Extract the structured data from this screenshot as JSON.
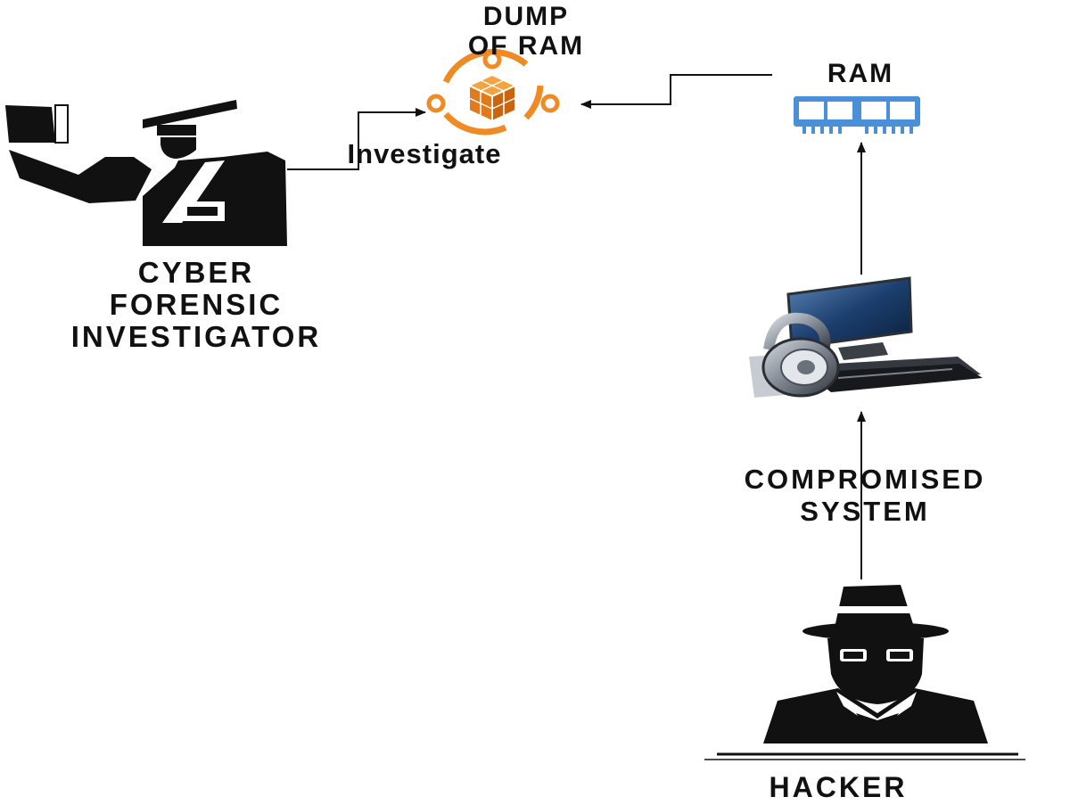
{
  "nodes": {
    "dump_of_ram": {
      "label": "DUMP\nOF RAM",
      "icon": "memory-dump-cube-icon",
      "color": "#f08a24"
    },
    "ram": {
      "label": "RAM",
      "icon": "ram-module-icon",
      "color": "#4a90d9"
    },
    "investigator": {
      "label": "CYBER\nFORENSIC\nINVESTIGATOR",
      "icon": "investigator-officer-icon"
    },
    "compromised_system": {
      "label": "COMPROMISED\nSYSTEM",
      "icon": "locked-computer-icon"
    },
    "hacker": {
      "label": "HACKER",
      "icon": "hacker-hat-icon"
    }
  },
  "edges": [
    {
      "from": "investigator",
      "to": "dump_of_ram",
      "label": "Investigate"
    },
    {
      "from": "ram",
      "to": "dump_of_ram",
      "label": ""
    },
    {
      "from": "compromised_system",
      "to": "ram",
      "label": ""
    },
    {
      "from": "hacker",
      "to": "compromised_system",
      "label": ""
    }
  ]
}
